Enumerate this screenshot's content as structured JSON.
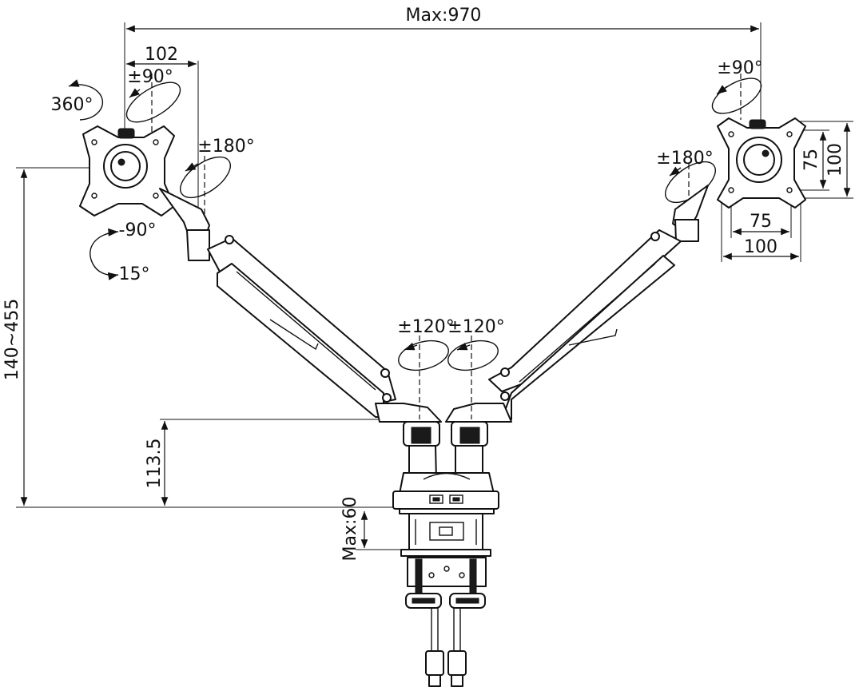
{
  "labels": {
    "overall_width": "Max:970",
    "left_offset": "102",
    "left_tilt": "±90°",
    "left_rotate": "360°",
    "left_swivel": "±180°",
    "left_tilt_down": "-90°",
    "left_tilt_up": "15°",
    "right_tilt": "±90°",
    "right_swivel": "±180°",
    "vesa_h_75": "75",
    "vesa_h_100": "100",
    "vesa_v_75": "75",
    "vesa_v_100": "100",
    "left_arm_swivel": "±120°",
    "right_arm_swivel": "±120°",
    "height_range": "140~455",
    "base_height": "113.5",
    "clamp_max": "Max:60"
  }
}
